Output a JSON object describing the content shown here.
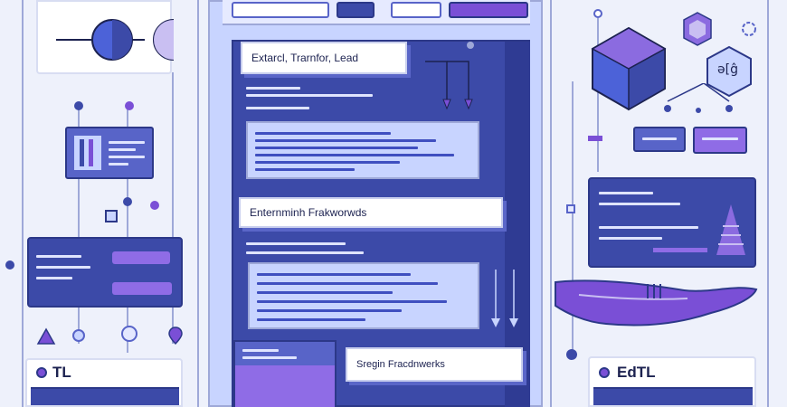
{
  "center": {
    "etl_label": "Extarcl, Trarnfor, Lead",
    "frameworks_label": "Enternminh Frakworwds",
    "segment_label": "Sregin Fracdnwerks"
  },
  "left": {
    "card_label": "TL"
  },
  "right": {
    "card_label": "EdTL",
    "hex_glyph": "ǝ[ĝ"
  },
  "colors": {
    "navy": "#3c4aa8",
    "purple": "#7a4fd6",
    "light_blue": "#c8d4ff",
    "background": "#eef1fb"
  }
}
